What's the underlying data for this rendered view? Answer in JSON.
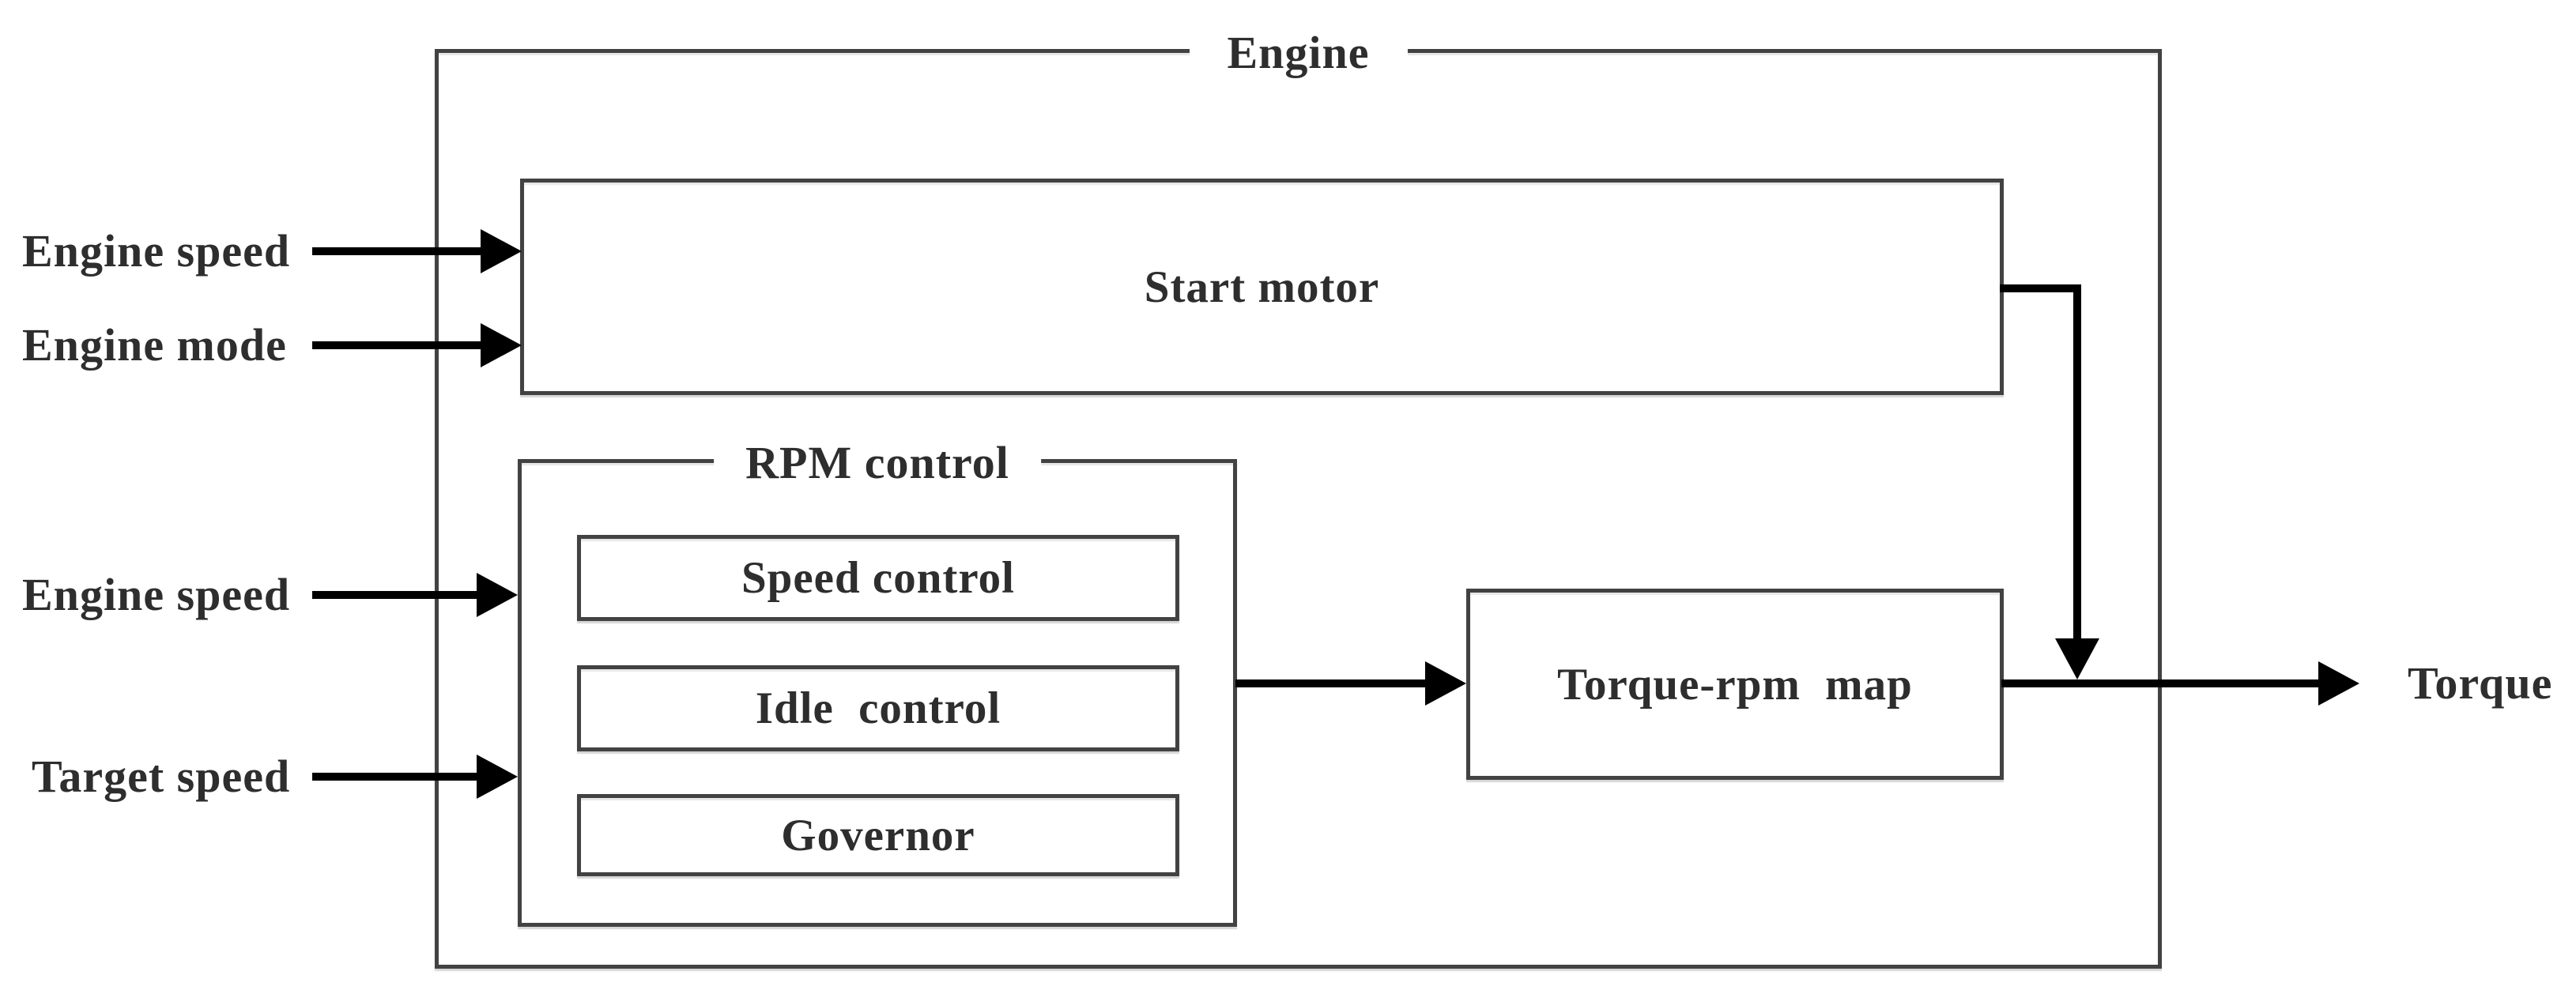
{
  "diagram": {
    "type": "block-diagram",
    "title": "Engine",
    "blocks": {
      "start_motor": "Start motor",
      "rpm_control": "RPM control",
      "speed_control": "Speed control",
      "idle_control": "Idle control",
      "governor": "Governor",
      "torque_rpm_map": "Torque-rpm map"
    },
    "inputs": [
      {
        "label": "Engine speed",
        "target": "Start motor"
      },
      {
        "label": "Engine mode",
        "target": "Start motor"
      },
      {
        "label": "Engine speed",
        "target": "RPM control"
      },
      {
        "label": "Target speed",
        "target": "RPM control"
      }
    ],
    "output": {
      "label": "Torque"
    },
    "connections": [
      "Engine speed -> Start motor",
      "Engine mode -> Start motor",
      "Engine speed -> RPM control",
      "Target speed -> RPM control",
      "RPM control -> Torque-rpm map",
      "Start motor -> output line (joins before Torque)",
      "Torque-rpm map -> Torque"
    ],
    "colors": {
      "background": "#ffffff",
      "box_border": "#424242",
      "arrow": "#000000",
      "text": "#2e2e2e"
    }
  }
}
